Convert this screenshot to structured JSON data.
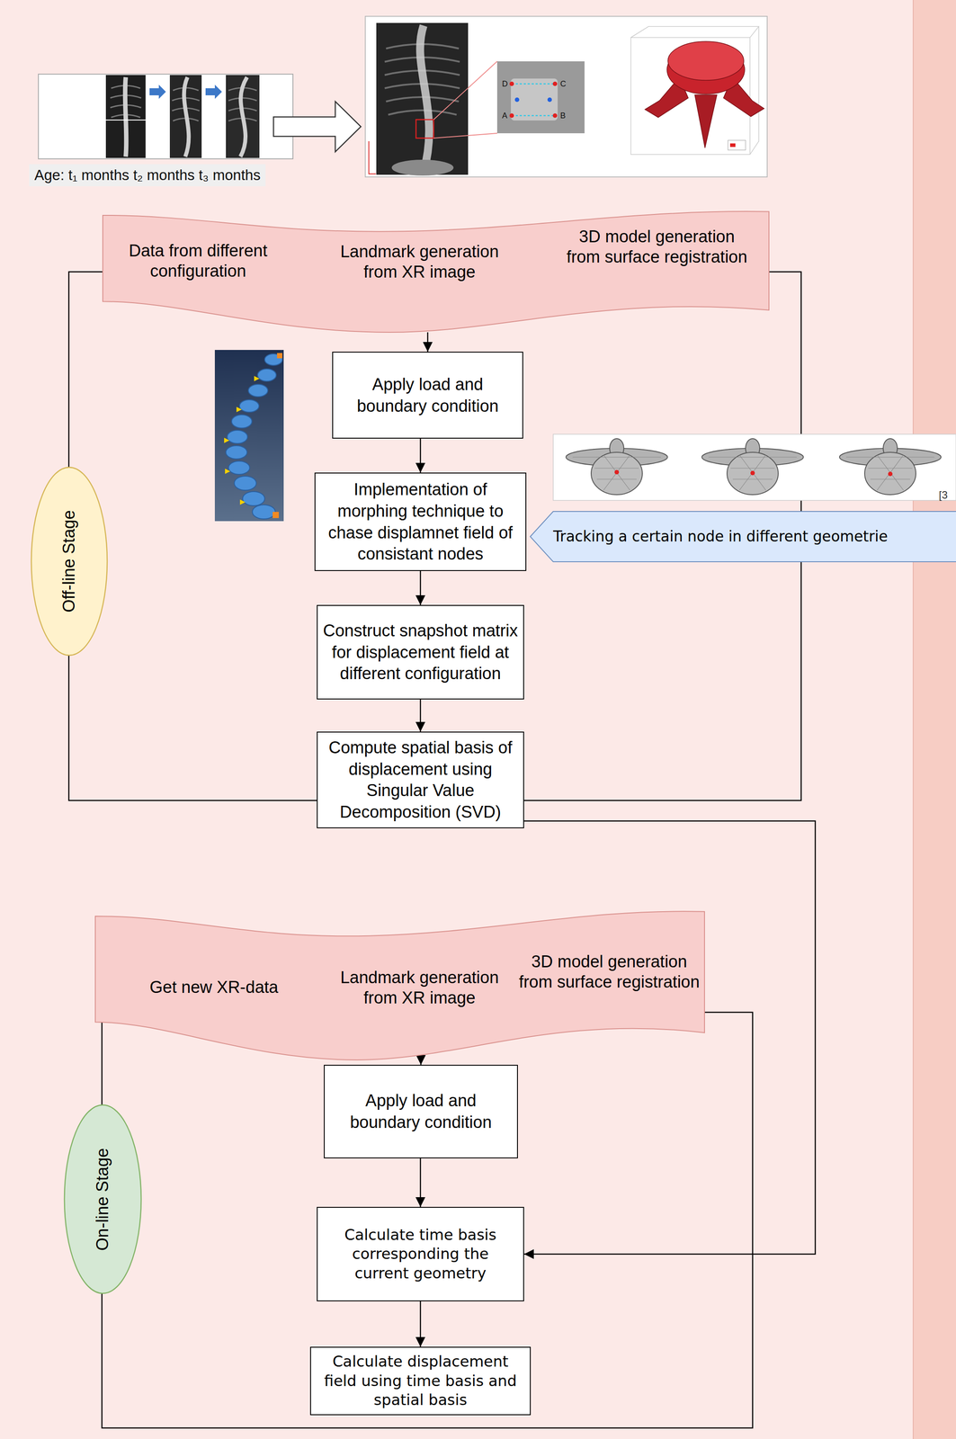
{
  "diagram": {
    "nodes": [
      {
        "text": [
          "Data from different configuration",
          "Landmark generation from XR image",
          "3D model generation from surface registration"
        ]
      },
      {
        "text": [
          "Off-line Stage"
        ]
      },
      {
        "text": [
          "Apply load and boundary condition"
        ]
      },
      {
        "text": [
          "Implementation of morphing technique to chase displamnet field of consistant nodes"
        ]
      },
      {
        "text": [
          "Tracking a certain node in different geometrie"
        ]
      },
      {
        "text": [
          "Construct snapshot matrix for displacement field at different configuration"
        ]
      },
      {
        "text": [
          "Compute spatial basis of displacement using Singular Value Decomposition (SVD)"
        ]
      },
      {
        "text": [
          "Get new XR-data",
          "Landmark generation from XR image",
          "3D model generation from surface registration"
        ]
      },
      {
        "text": [
          "On-line Stage"
        ]
      },
      {
        "text": [
          "Apply load and boundary condition"
        ]
      },
      {
        "text": [
          "Calculate time basis corresponding the current geometry"
        ]
      },
      {
        "text": [
          "Calculate displacement field using time basis and spatial basis"
        ]
      }
    ],
    "edges": [
      {
        "from": 0,
        "to": 2,
        "arrow": "to"
      },
      {
        "from": 2,
        "to": 3,
        "arrow": "to"
      },
      {
        "from": 3,
        "to": 5,
        "arrow": "to"
      },
      {
        "from": 5,
        "to": 6,
        "arrow": "to"
      },
      {
        "from": 6,
        "to": 10,
        "arrow": "to"
      },
      {
        "from": 7,
        "to": 9,
        "arrow": "to"
      },
      {
        "from": 9,
        "to": 10,
        "arrow": "to"
      },
      {
        "from": 10,
        "to": 11,
        "arrow": "to"
      }
    ],
    "labels": [
      "Age: t₁ months t₂ months t₃ months",
      "D",
      "C",
      "A",
      "B",
      "[3"
    ]
  }
}
